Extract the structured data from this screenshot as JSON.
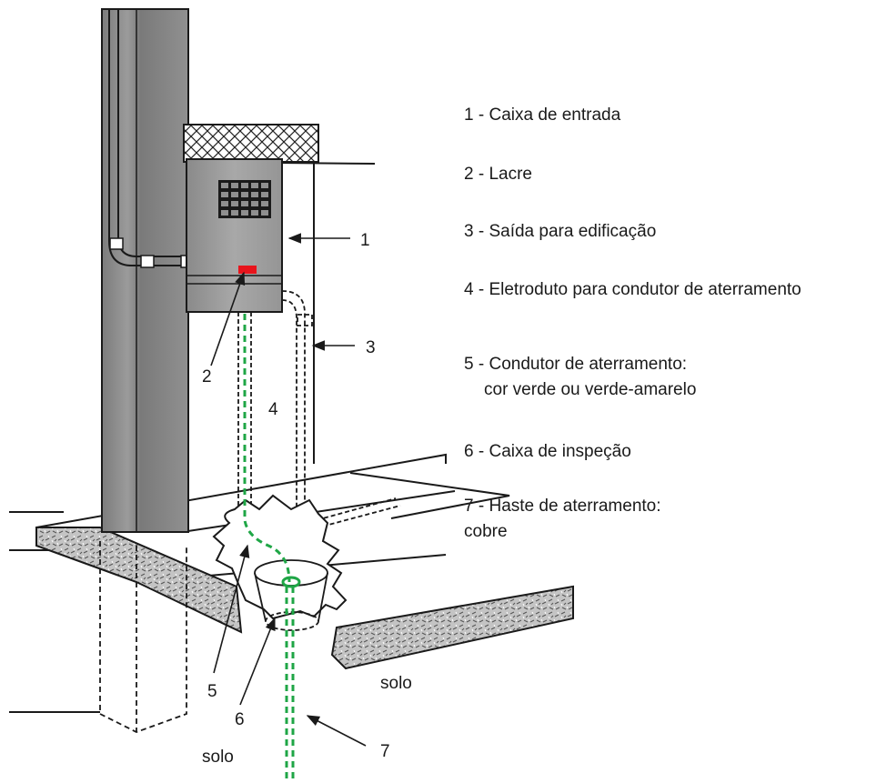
{
  "colors": {
    "pole": "#8e8e8e",
    "pole_dark": "#6e6e6e",
    "box": "#9a9a9a",
    "seal": "#e8141c",
    "ground_wire": "#1fa646",
    "soil": "#b9b9b9",
    "line": "#1a1a1a"
  },
  "callouts": {
    "c1": "1",
    "c2": "2",
    "c3": "3",
    "c4": "4",
    "c5": "5",
    "c6": "6",
    "c7": "7",
    "solo_right": "solo",
    "solo_bottom": "solo"
  },
  "legend": [
    {
      "number": "1",
      "text": "Caixa de entrada"
    },
    {
      "number": "2",
      "text": "Lacre"
    },
    {
      "number": "3",
      "text": "Saída para edificação"
    },
    {
      "number": "4",
      "text": "Eletroduto para condutor de aterramento"
    },
    {
      "number": "5",
      "text": "Condutor de aterramento:",
      "sub": "cor verde ou verde-amarelo"
    },
    {
      "number": "6",
      "text": "Caixa de inspeção"
    },
    {
      "number": "7",
      "text": "Haste de aterramento:",
      "sub": "cobre"
    }
  ],
  "icons": {
    "meter_box": "meter-box-icon",
    "seal": "seal-icon",
    "inspection_box": "inspection-box-icon",
    "grounding_rod": "grounding-rod-icon"
  }
}
